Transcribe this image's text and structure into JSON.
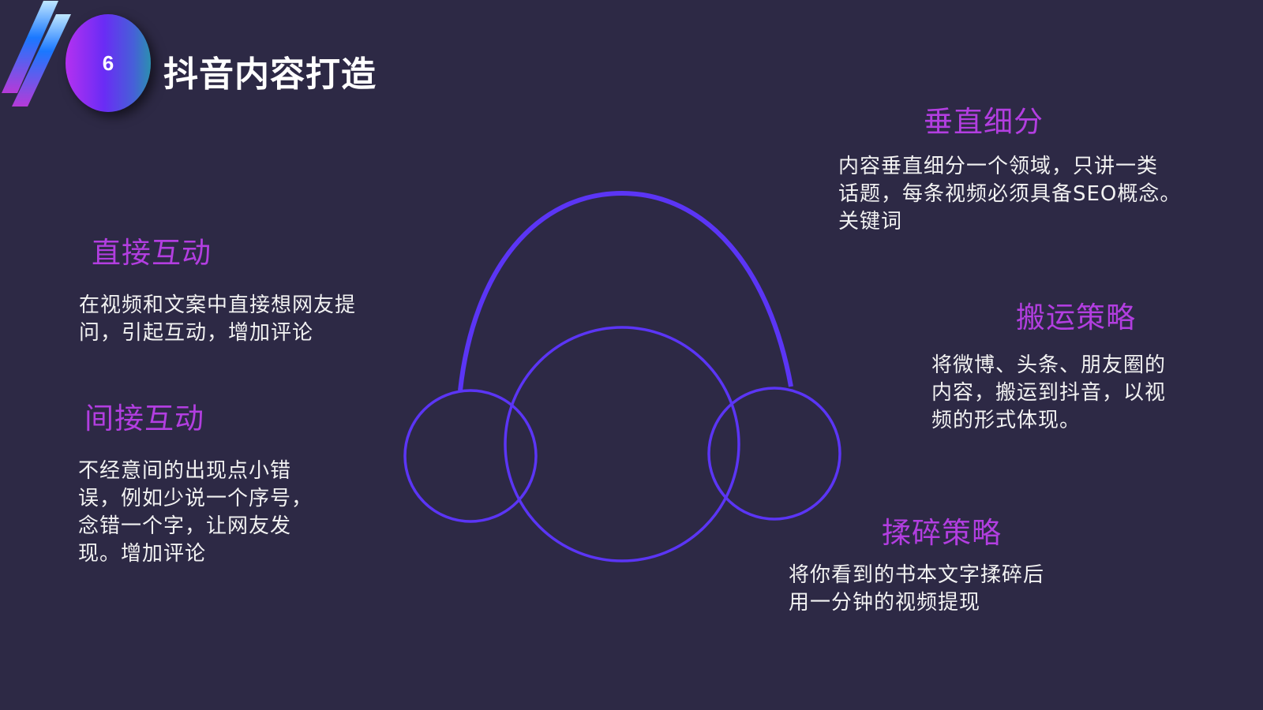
{
  "header": {
    "badge_number": "6",
    "title": "抖音内容打造"
  },
  "sections": [
    {
      "id": "vertical",
      "title": "垂直细分",
      "body_lines": [
        "内容垂直细分一个领域，只讲一类",
        "话题，每条视频必须具备SEO概念。",
        "关键词"
      ]
    },
    {
      "id": "direct",
      "title": "直接互动",
      "body_lines": [
        "在视频和文案中直接想网友提",
        "问，引起互动，增加评论"
      ]
    },
    {
      "id": "repost",
      "title": "搬运策略",
      "body_lines": [
        "将微博、头条、朋友圈的",
        "内容，搬运到抖音，以视",
        "频的形式体现。"
      ]
    },
    {
      "id": "indirect",
      "title": "间接互动",
      "body_lines": [
        "不经意间的出现点小错",
        "误，例如少说一个序号，",
        "念错一个字，让网友发",
        "现。增加评论"
      ]
    },
    {
      "id": "shred",
      "title": "揉碎策略",
      "body_lines": [
        "将你看到的书本文字揉碎后",
        "用一分钟的视频提现"
      ]
    }
  ],
  "colors": {
    "background": "#2d2945",
    "accent_purple": "#b23ee0",
    "diagram_stroke": "#5b35f5",
    "text": "#f2f2f2"
  }
}
